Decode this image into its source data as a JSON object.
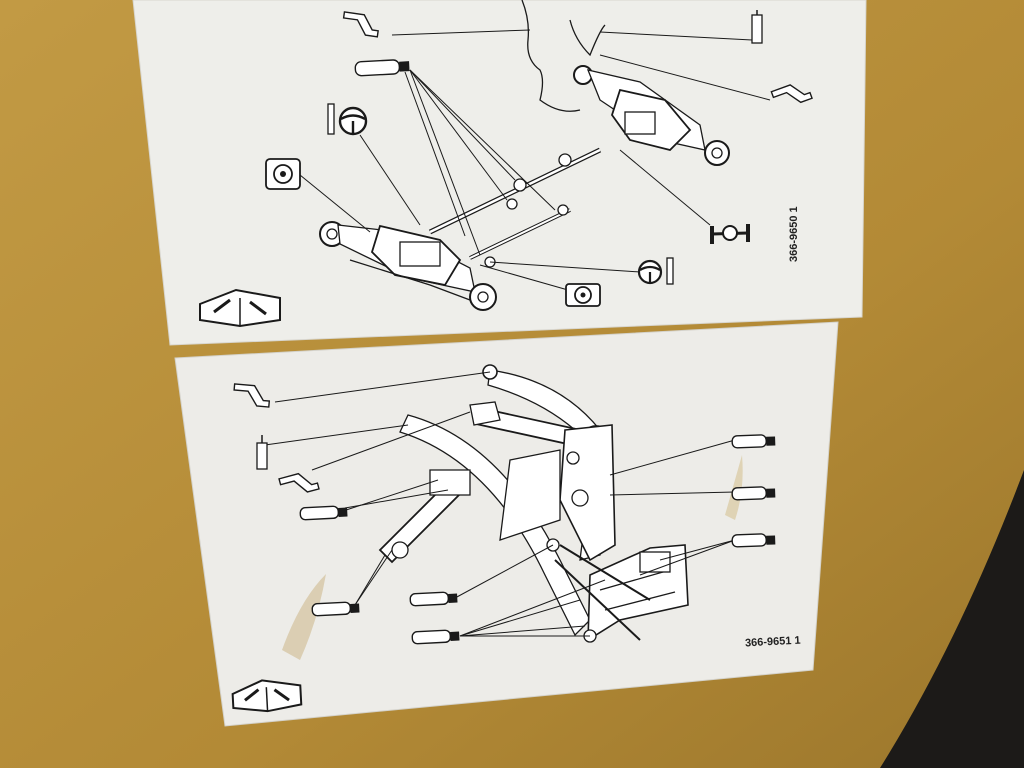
{
  "colors": {
    "machine_paint": "#b8903a",
    "label_paper": "#eeeeea",
    "line_art": "#1a1a1a",
    "shadow": "#1c1a18"
  },
  "decals": [
    {
      "name": "drivetrain-lubrication-decal",
      "part_number": "366-9650 1"
    },
    {
      "name": "loader-linkage-lubrication-decal",
      "part_number": "366-9651 1"
    }
  ],
  "icons": [
    "grease-gun-icon",
    "grease-fitting-icon",
    "steering-wheel-icon",
    "universal-joint-icon",
    "axle-icon",
    "operation-manual-icon"
  ]
}
